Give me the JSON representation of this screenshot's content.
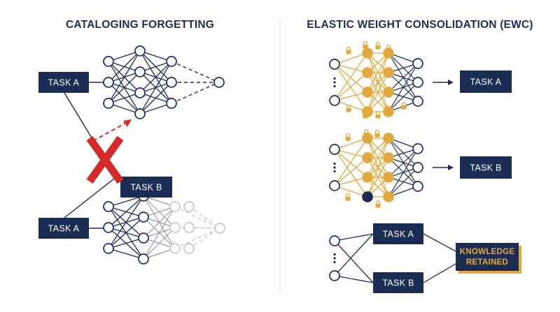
{
  "panels": {
    "left": {
      "title": "CATALOGING FORGETTING"
    },
    "right": {
      "title": "ELASTIC WEIGHT CONSOLIDATION (EWC)"
    }
  },
  "boxes": {
    "left_task_a_top": "TASK A",
    "left_task_b": "TASK B",
    "left_task_a_bottom": "TASK A",
    "right_task_a_output": "TASK A",
    "right_task_b_output": "TASK B",
    "right_task_a_mid": "TASK A",
    "right_task_b_mid": "TASK B"
  },
  "badge": {
    "line1": "KNOWLEDGE",
    "line2": "RETAINED"
  },
  "icons": {
    "forget": "red-x-icon",
    "lock": "padlock-icon",
    "arrow": "arrow-right-icon",
    "ellipsis": "vertical-ellipsis-icon"
  },
  "colors": {
    "navy": "#1c2d55",
    "gold": "#e2aa3e",
    "red": "#d42a2a",
    "gray": "#c4c6cb",
    "background": "#ffffff"
  }
}
